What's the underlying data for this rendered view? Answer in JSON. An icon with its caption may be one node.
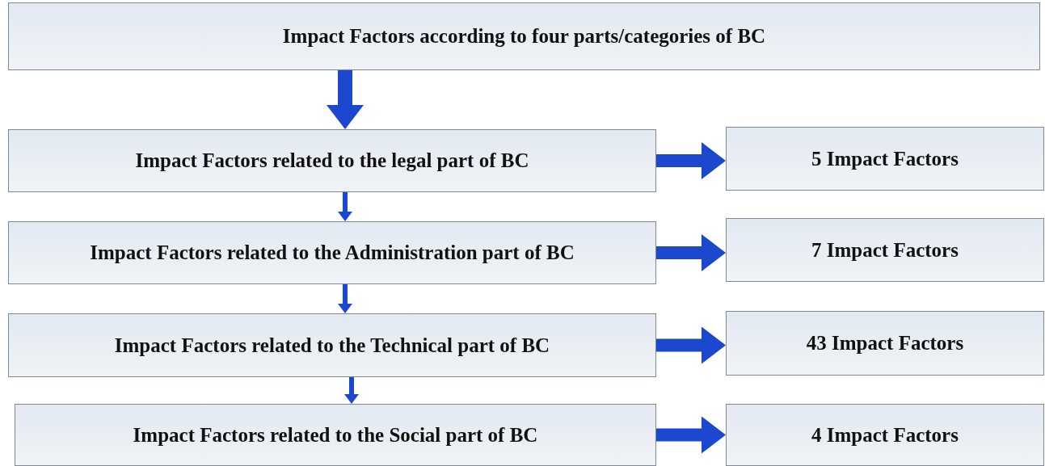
{
  "diagram": {
    "nodes": [
      {
        "text": [
          "Impact Factors according to four parts/categories of BC"
        ]
      },
      {
        "text": [
          "Impact Factors related to the legal part of BC"
        ]
      },
      {
        "text": [
          "5 Impact Factors"
        ]
      },
      {
        "text": [
          "Impact Factors related to the Administration part of BC"
        ]
      },
      {
        "text": [
          "7 Impact Factors"
        ]
      },
      {
        "text": [
          "Impact Factors related to the Technical part of BC"
        ]
      },
      {
        "text": [
          "43 Impact Factors"
        ]
      },
      {
        "text": [
          "Impact Factors related to the Social part of BC"
        ]
      },
      {
        "text": [
          "4 Impact Factors"
        ]
      }
    ],
    "edges": [
      {
        "from": 0,
        "to": 1,
        "arrow": "to"
      },
      {
        "from": 1,
        "to": 2,
        "arrow": "to"
      },
      {
        "from": 1,
        "to": 3,
        "arrow": "to"
      },
      {
        "from": 3,
        "to": 4,
        "arrow": "to"
      },
      {
        "from": 3,
        "to": 5,
        "arrow": "to"
      },
      {
        "from": 5,
        "to": 6,
        "arrow": "to"
      },
      {
        "from": 5,
        "to": 7,
        "arrow": "to"
      },
      {
        "from": 7,
        "to": 8,
        "arrow": "to"
      }
    ]
  }
}
